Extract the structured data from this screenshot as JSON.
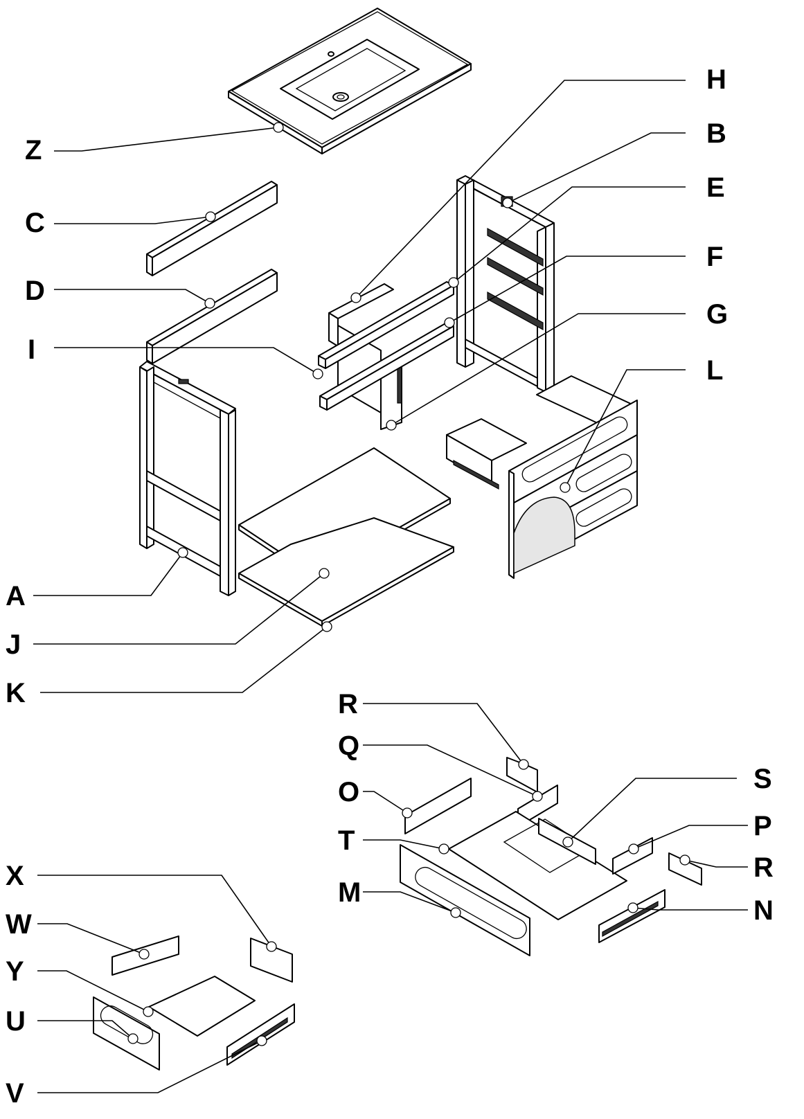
{
  "diagram": {
    "parts": [
      {
        "id": "Z",
        "label": "Z"
      },
      {
        "id": "H",
        "label": "H"
      },
      {
        "id": "B",
        "label": "B"
      },
      {
        "id": "E",
        "label": "E"
      },
      {
        "id": "C",
        "label": "C"
      },
      {
        "id": "F",
        "label": "F"
      },
      {
        "id": "D",
        "label": "D"
      },
      {
        "id": "G",
        "label": "G"
      },
      {
        "id": "I",
        "label": "I"
      },
      {
        "id": "L",
        "label": "L"
      },
      {
        "id": "A",
        "label": "A"
      },
      {
        "id": "J",
        "label": "J"
      },
      {
        "id": "K",
        "label": "K"
      },
      {
        "id": "R1",
        "label": "R"
      },
      {
        "id": "Q",
        "label": "Q"
      },
      {
        "id": "S",
        "label": "S"
      },
      {
        "id": "O",
        "label": "O"
      },
      {
        "id": "T",
        "label": "T"
      },
      {
        "id": "P",
        "label": "P"
      },
      {
        "id": "R2",
        "label": "R"
      },
      {
        "id": "M",
        "label": "M"
      },
      {
        "id": "N",
        "label": "N"
      },
      {
        "id": "X",
        "label": "X"
      },
      {
        "id": "W",
        "label": "W"
      },
      {
        "id": "Y",
        "label": "Y"
      },
      {
        "id": "U",
        "label": "U"
      },
      {
        "id": "V",
        "label": "V"
      }
    ]
  }
}
